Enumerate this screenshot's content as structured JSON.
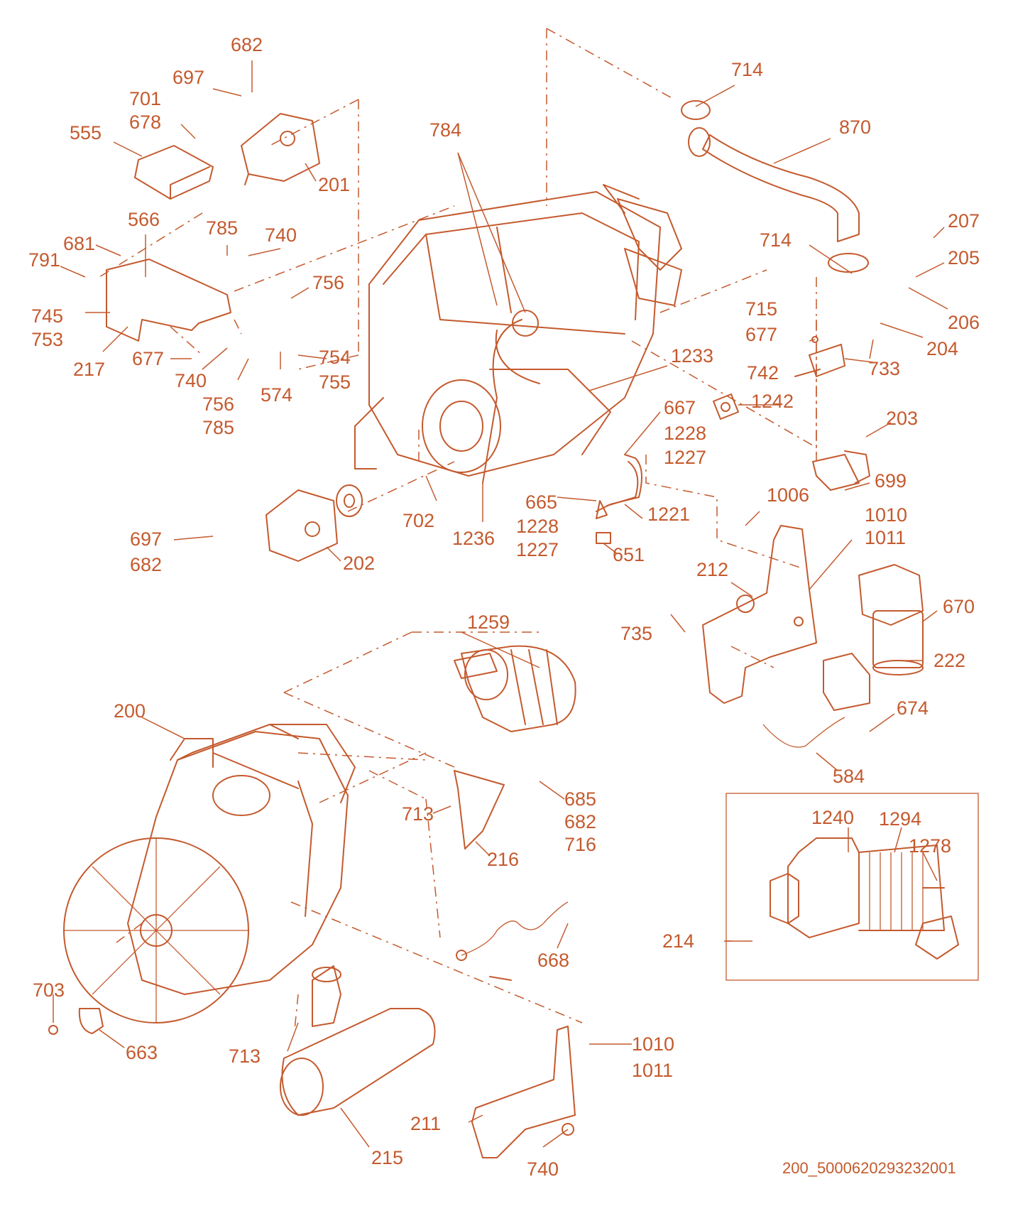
{
  "diagram": {
    "drawing_code": "200_5000620293232001",
    "callouts": [
      {
        "id": "c682a",
        "lines": [
          "682"
        ]
      },
      {
        "id": "c697a",
        "lines": [
          "697"
        ]
      },
      {
        "id": "c701",
        "lines": [
          "701",
          "678"
        ]
      },
      {
        "id": "c555",
        "lines": [
          "555"
        ]
      },
      {
        "id": "c201",
        "lines": [
          "201"
        ]
      },
      {
        "id": "c784",
        "lines": [
          "784"
        ]
      },
      {
        "id": "c714a",
        "lines": [
          "714"
        ]
      },
      {
        "id": "c870",
        "lines": [
          "870"
        ]
      },
      {
        "id": "c566",
        "lines": [
          "566"
        ]
      },
      {
        "id": "c785a",
        "lines": [
          "785"
        ]
      },
      {
        "id": "c740a",
        "lines": [
          "740"
        ]
      },
      {
        "id": "c681",
        "lines": [
          "681"
        ]
      },
      {
        "id": "c791",
        "lines": [
          "791"
        ]
      },
      {
        "id": "c756a",
        "lines": [
          "756"
        ]
      },
      {
        "id": "c745",
        "lines": [
          "745",
          "753"
        ]
      },
      {
        "id": "c217",
        "lines": [
          "217"
        ]
      },
      {
        "id": "c677a",
        "lines": [
          "677"
        ]
      },
      {
        "id": "c740b",
        "lines": [
          "740"
        ]
      },
      {
        "id": "c754",
        "lines": [
          "754",
          "755"
        ]
      },
      {
        "id": "c756b",
        "lines": [
          "756",
          "785"
        ]
      },
      {
        "id": "c574",
        "lines": [
          "574"
        ]
      },
      {
        "id": "c1233",
        "lines": [
          "1233"
        ]
      },
      {
        "id": "c714b",
        "lines": [
          "714"
        ]
      },
      {
        "id": "c207",
        "lines": [
          "207"
        ]
      },
      {
        "id": "c205",
        "lines": [
          "205"
        ]
      },
      {
        "id": "c206",
        "lines": [
          "206"
        ]
      },
      {
        "id": "c715",
        "lines": [
          "715",
          "677"
        ]
      },
      {
        "id": "c204",
        "lines": [
          "204"
        ]
      },
      {
        "id": "c742",
        "lines": [
          "742"
        ]
      },
      {
        "id": "c733",
        "lines": [
          "733"
        ]
      },
      {
        "id": "c1242",
        "lines": [
          "1242"
        ]
      },
      {
        "id": "c667",
        "lines": [
          "667",
          "1228",
          "1227"
        ]
      },
      {
        "id": "c203",
        "lines": [
          "203"
        ]
      },
      {
        "id": "c699",
        "lines": [
          "699"
        ]
      },
      {
        "id": "c1006",
        "lines": [
          "1006"
        ]
      },
      {
        "id": "c1010a",
        "lines": [
          "1010",
          "1011"
        ]
      },
      {
        "id": "c697b",
        "lines": [
          "697",
          "682"
        ]
      },
      {
        "id": "c702",
        "lines": [
          "702"
        ]
      },
      {
        "id": "c665",
        "lines": [
          "665",
          "1228",
          "1227"
        ]
      },
      {
        "id": "c1221",
        "lines": [
          "1221"
        ]
      },
      {
        "id": "c1236",
        "lines": [
          "1236"
        ]
      },
      {
        "id": "c651",
        "lines": [
          "651"
        ]
      },
      {
        "id": "c202",
        "lines": [
          "202"
        ]
      },
      {
        "id": "c212",
        "lines": [
          "212"
        ]
      },
      {
        "id": "c670",
        "lines": [
          "670"
        ]
      },
      {
        "id": "c735",
        "lines": [
          "735"
        ]
      },
      {
        "id": "c222",
        "lines": [
          "222"
        ]
      },
      {
        "id": "c1259",
        "lines": [
          "1259"
        ]
      },
      {
        "id": "c674",
        "lines": [
          "674"
        ]
      },
      {
        "id": "c200",
        "lines": [
          "200"
        ]
      },
      {
        "id": "c584",
        "lines": [
          "584"
        ]
      },
      {
        "id": "c685",
        "lines": [
          "685",
          "682",
          "716"
        ]
      },
      {
        "id": "c713a",
        "lines": [
          "713"
        ]
      },
      {
        "id": "c216",
        "lines": [
          "216"
        ]
      },
      {
        "id": "c1240",
        "lines": [
          "1240"
        ]
      },
      {
        "id": "c1294",
        "lines": [
          "1294"
        ]
      },
      {
        "id": "c1278",
        "lines": [
          "1278"
        ]
      },
      {
        "id": "c214",
        "lines": [
          "214"
        ]
      },
      {
        "id": "c668",
        "lines": [
          "668"
        ]
      },
      {
        "id": "c703",
        "lines": [
          "703"
        ]
      },
      {
        "id": "c663",
        "lines": [
          "663"
        ]
      },
      {
        "id": "c713b",
        "lines": [
          "713"
        ]
      },
      {
        "id": "c1010b",
        "lines": [
          "1010",
          "1011"
        ]
      },
      {
        "id": "c211",
        "lines": [
          "211"
        ]
      },
      {
        "id": "c215",
        "lines": [
          "215"
        ]
      },
      {
        "id": "c740c",
        "lines": [
          "740"
        ]
      }
    ]
  }
}
